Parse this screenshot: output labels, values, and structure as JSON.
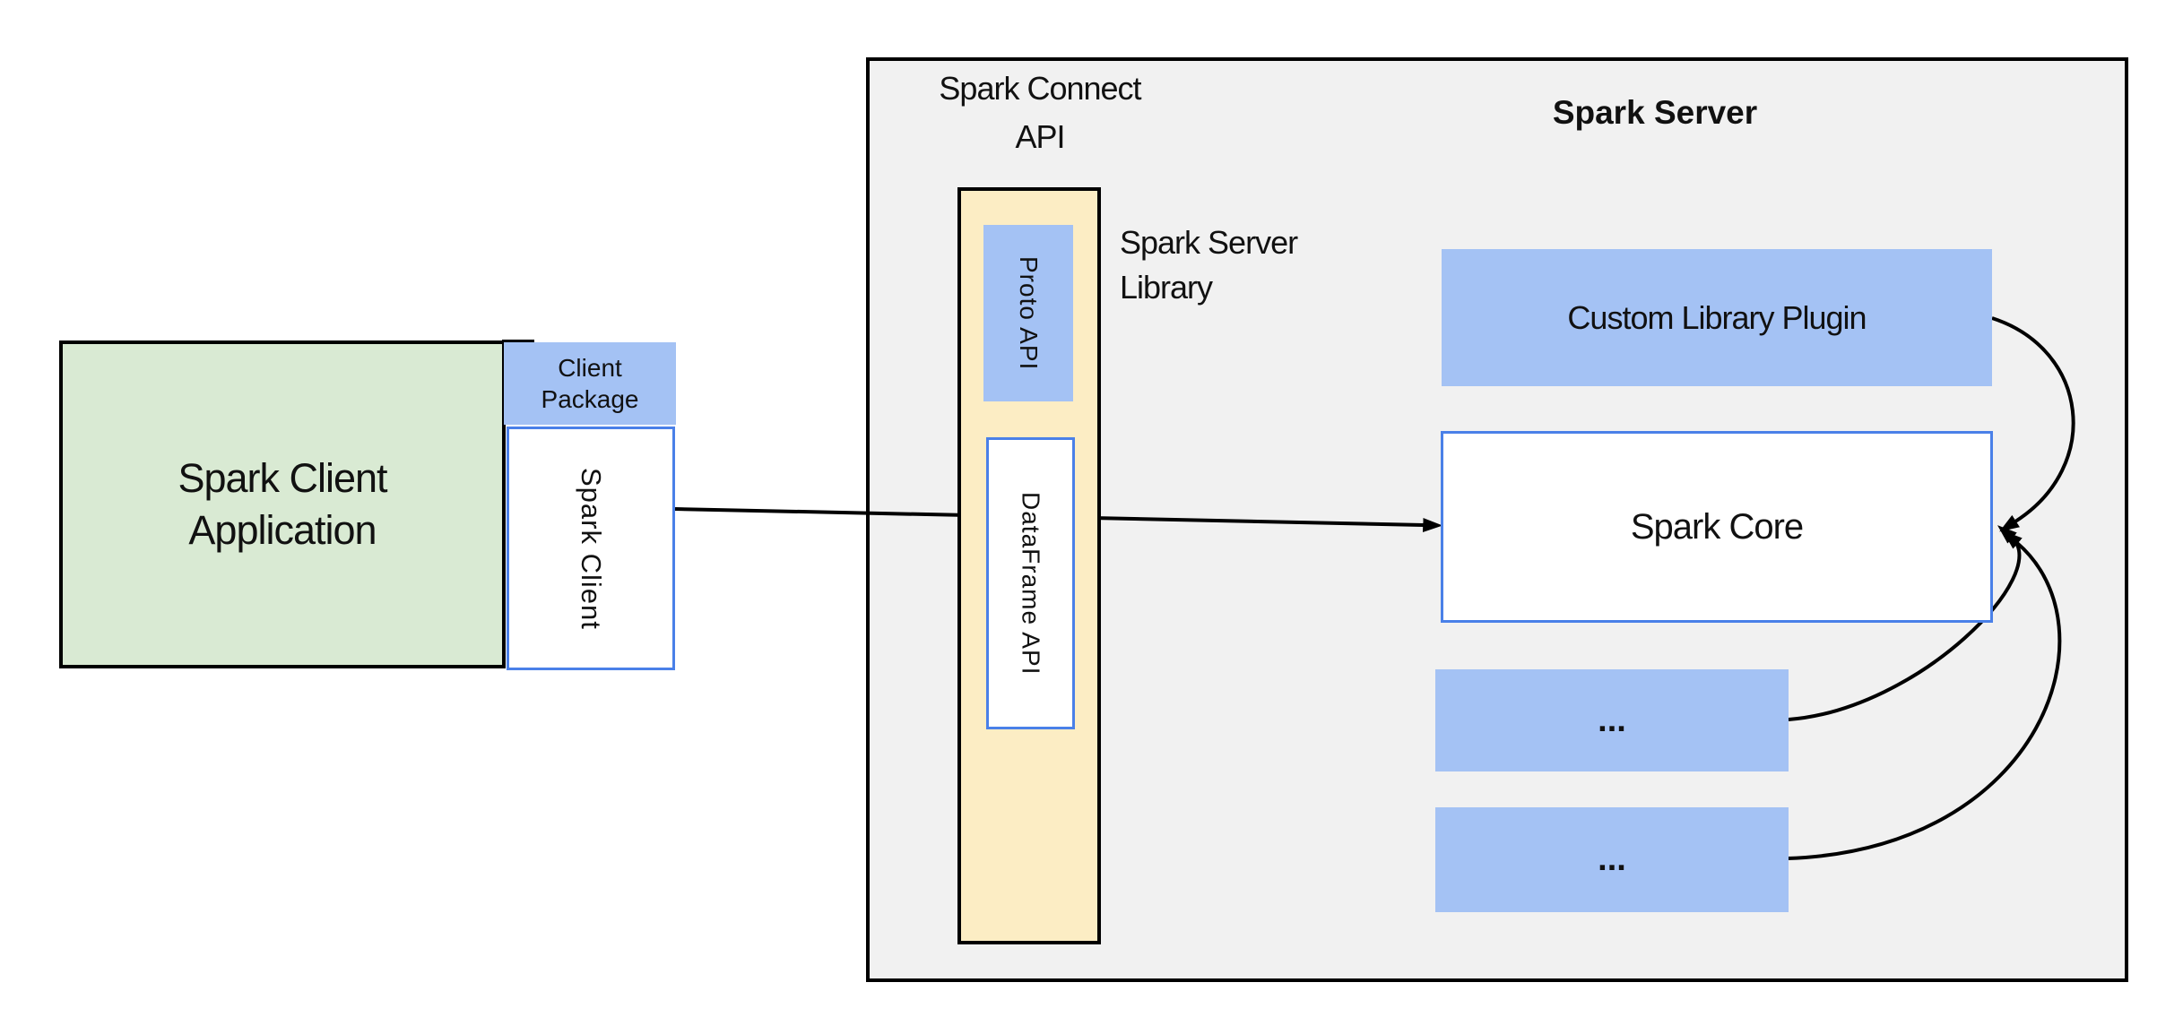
{
  "colors": {
    "panel_bg": "#f1f1f1",
    "blue_fill": "#a4c2f4",
    "green_fill": "#d9ead3",
    "yellow_fill": "#fcedc4",
    "blue_border": "#4a80e8",
    "black": "#000000",
    "text": "#111111"
  },
  "client": {
    "app_label_line1": "Spark Client",
    "app_label_line2": "Application",
    "package_label_line1": "Client",
    "package_label_line2": "Package",
    "spark_client_label": "Spark Client"
  },
  "connect": {
    "api_label_line1": "Spark Connect",
    "api_label_line2": "API",
    "proto_api_label": "Proto API",
    "dataframe_api_label": "DataFrame API",
    "server_library_line1": "Spark Server",
    "server_library_line2": "Library"
  },
  "server": {
    "title": "Spark Server",
    "custom_library_plugin_label": "Custom Library Plugin",
    "spark_core_label": "Spark Core",
    "plugin_slot_1_label": "...",
    "plugin_slot_2_label": "..."
  }
}
